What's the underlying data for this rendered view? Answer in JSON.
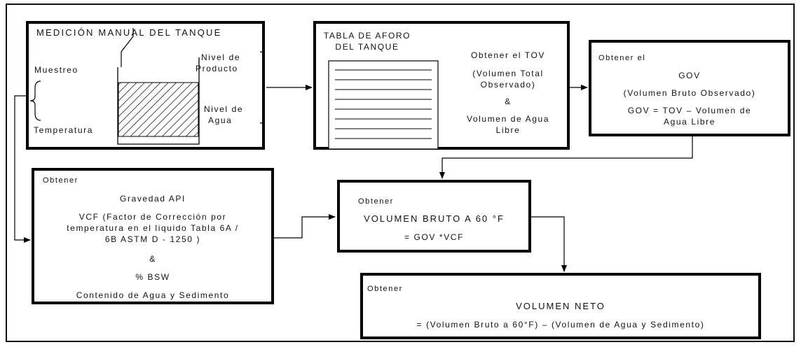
{
  "box1": {
    "title": "MEDICIÓN MANUAL DEL TANQUE",
    "muestreo": "Muestreo",
    "temperatura": "Temperatura",
    "nivel_producto": [
      "Nivel de",
      "Producto"
    ],
    "nivel_agua": [
      "Nivel de",
      "Agua"
    ]
  },
  "box2": {
    "title": [
      "TABLA DE AFORO",
      "DEL TANQUE"
    ],
    "line1": "Obtener el TOV",
    "line2": [
      "(Volumen Total",
      "Observado)"
    ],
    "amp": "&",
    "line3": [
      "Volumen de Agua",
      "Libre"
    ]
  },
  "box3": {
    "head": "Obtener el",
    "gov": "GOV",
    "desc": "(Volumen Bruto Observado)",
    "formula": [
      "GOV = TOV – Volumen de",
      "Agua Libre"
    ]
  },
  "box4": {
    "head": "Obtener",
    "api": "Gravedad API",
    "vcf": [
      "VCF (Factor de Corrección por",
      "temperatura en el liquido Tabla 6A /",
      "6B ASTM D - 1250 )"
    ],
    "amp": "&",
    "bsw": "% BSW",
    "bsw_desc": "Contenido de Agua y Sedimento"
  },
  "box5": {
    "head": "Obtener",
    "title": "VOLUMEN BRUTO A 60 °F",
    "formula": "=   GOV *VCF"
  },
  "box6": {
    "head": "Obtener",
    "title": "VOLUMEN NETO",
    "formula": "=   (Volumen Bruto a 60°F) – (Volumen de Agua y Sedimento)"
  }
}
